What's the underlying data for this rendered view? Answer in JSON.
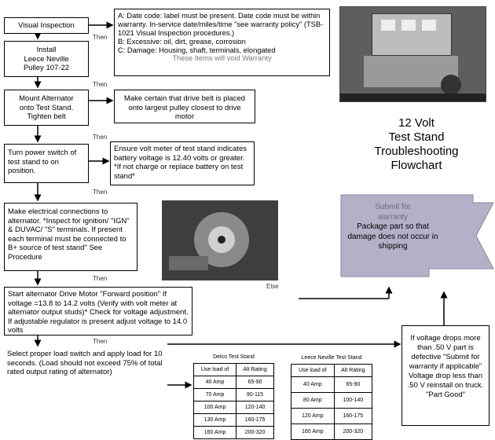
{
  "title": [
    "12 Volt",
    "Test Stand",
    "Troubleshooting",
    "Flowchart"
  ],
  "then_label": "Then",
  "else_label": "Else",
  "steps": {
    "visual_inspection": "Visual Inspection",
    "install": [
      "Install",
      "Leece Neville",
      "Pulley 107-22"
    ],
    "mount": [
      "Mount Alternator",
      "onto Test Stand.",
      "Tighten belt"
    ],
    "power": "Turn power switch of test stand to on position.",
    "connections": "Make electrical connections to alternator. *Inspect for ignition/ \"IGN\" & DUVAC/ \"S\" terminals. If present each terminal must be connected to B+ source of test stand\" See Procedure",
    "drive_motor": "Start alternator Drive Motor \"Forward position\" If voltage =13.8 to 14.2 volts (Verify with volt meter at alternator output studs)* Check for voltage adjustment. If adjustable regulator is present adjust voltage to 14.0 volts",
    "load": "Select proper load switch and apply load for 10 seconds. (Load should not exceed 75% of total rated output rating of alternator)"
  },
  "notes": {
    "inspection": {
      "a": "A: Date code: label must be present. Date code must be within warranty. In-service date/miles/time \"see warranty policy\" (TSB-1021 Visual Inspection procedures.)",
      "b": "B: Excessive: oil, dirt, grease, corrosion",
      "c": "C: Damage: Housing, shaft, terminals, elongated",
      "void": "These Items will void  Warranty"
    },
    "belt": "Make certain that drive belt is placed onto largest pulley closest to drive motor",
    "volt_meter": "Ensure volt meter of test stand indicates battery voltage is 12.40 volts or greater. *If not charge or replace battery on test stand*",
    "voltage_drop": "If voltage drops more than .50 V part is defective \"Submit for warranty if applicable\" Voltage drop less than .50 V reinstall on truck. \"Part Good\""
  },
  "banner": {
    "faded": [
      "Submit for",
      "warranty"
    ],
    "text": "Package part so that damage does not occur in shipping"
  },
  "tables": {
    "delco": {
      "title": "Delco Test Stand",
      "headers": [
        "Use load of",
        "Alt Rating"
      ],
      "rows": [
        [
          "40 Amp",
          "65-90"
        ],
        [
          "70 Amp",
          "90-115"
        ],
        [
          "100 Amp",
          "120-140"
        ],
        [
          "130 Amp",
          "160-175"
        ],
        [
          "160 Amp",
          "200-320"
        ]
      ]
    },
    "leece": {
      "title": "Leece Neville Test Stand",
      "headers": [
        "Use load of",
        "Alt Rating"
      ],
      "rows": [
        [
          "40 Amp",
          "65-90"
        ],
        [
          "80 Amp",
          "100-140"
        ],
        [
          "120 Amp",
          "160-175"
        ],
        [
          "160 Amp",
          "200-320"
        ]
      ]
    }
  },
  "colors": {
    "banner_fill": "#b3b0c8",
    "banner_edge": "#8a87a2",
    "photo": "#6d6d6d"
  }
}
